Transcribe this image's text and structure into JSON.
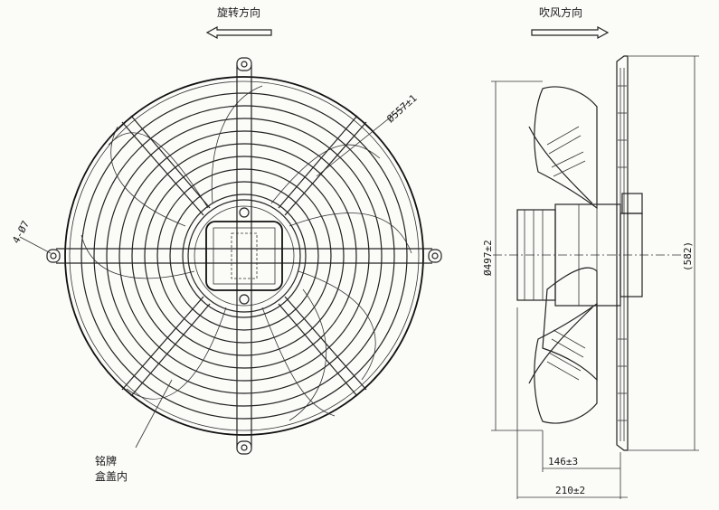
{
  "labels": {
    "rotation": "旋转方向",
    "airflow": "吹风方向",
    "nameplate_line1": "铭牌",
    "nameplate_line2": "盒盖内"
  },
  "dimensions": {
    "outer_diameter": "Ø557±1",
    "holes": "4-Ø7",
    "blade_diameter": "Ø497±2",
    "overall_height": "(582)",
    "depth_inner": "146±3",
    "depth_total": "210±2"
  },
  "colors": {
    "ink": "#1a1a1a",
    "paper": "#fbfbf8"
  },
  "icons": {
    "rotation_arrow": "arrow-left-icon",
    "airflow_arrow": "arrow-right-icon"
  }
}
